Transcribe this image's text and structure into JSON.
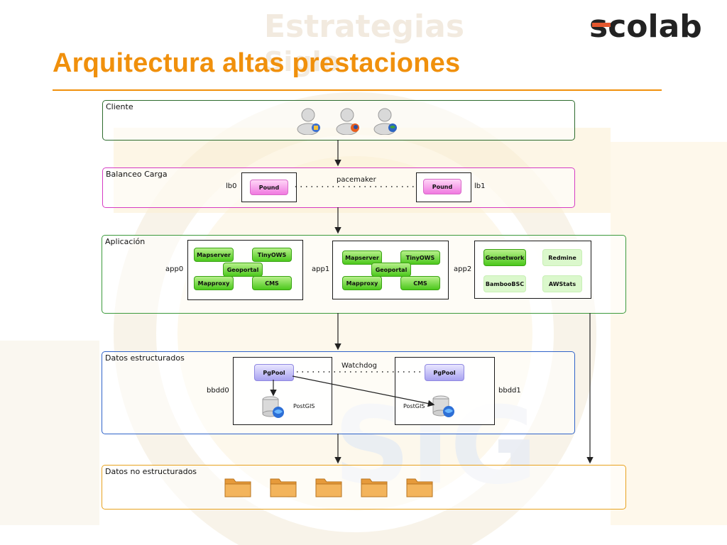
{
  "slide": {
    "title": "Arquitectura altas prestaciones",
    "logo_text": "scolab",
    "watermark_text": [
      "Estrategias",
      "Siglo",
      "SIG"
    ]
  },
  "colors": {
    "title": "#f0900c",
    "cliente_border": "#2d6b2d",
    "balanceo_border": "#d63cc4",
    "aplicacion_border": "#3c9a3c",
    "datos_estructurados_border": "#2f63c9",
    "datos_no_estructurados_border": "#e7a21f"
  },
  "layers": {
    "cliente": {
      "title": "Cliente",
      "icons": [
        "user-konqueror-icon",
        "user-firefox-icon",
        "user-globe-icon"
      ]
    },
    "balanceo": {
      "title": "Balanceo Carga",
      "lb0": {
        "label": "lb0",
        "service": "Pound"
      },
      "lb1": {
        "label": "lb1",
        "service": "Pound"
      },
      "link_label": "pacemaker"
    },
    "aplicacion": {
      "title": "Aplicación",
      "app0": {
        "label": "app0",
        "mapserver": "Mapserver",
        "tinyows": "TinyOWS",
        "geoportal": "Geoportal",
        "mapproxy": "Mapproxy",
        "cms": "CMS"
      },
      "app1": {
        "label": "app1",
        "mapserver": "Mapserver",
        "tinyows": "TinyOWS",
        "geoportal": "Geoportal",
        "mapproxy": "Mapproxy",
        "cms": "CMS"
      },
      "app2": {
        "label": "app2",
        "geonetwork": "Geonetwork",
        "redmine": "Redmine",
        "bamboo": "BambooBSC",
        "awstats": "AWStats"
      }
    },
    "datos_estructurados": {
      "title": "Datos estructurados",
      "bbdd0": {
        "label": "bbdd0",
        "pool": "PgPool",
        "db": "PostGIS"
      },
      "bbdd1": {
        "label": "bbdd1",
        "pool": "PgPool",
        "db": "PostGIS"
      },
      "link_label": "Watchdog"
    },
    "datos_no_estructurados": {
      "title": "Datos no estructurados",
      "folders": [
        "folder-icon",
        "folder-icon",
        "folder-icon",
        "folder-icon",
        "folder-icon"
      ]
    }
  }
}
